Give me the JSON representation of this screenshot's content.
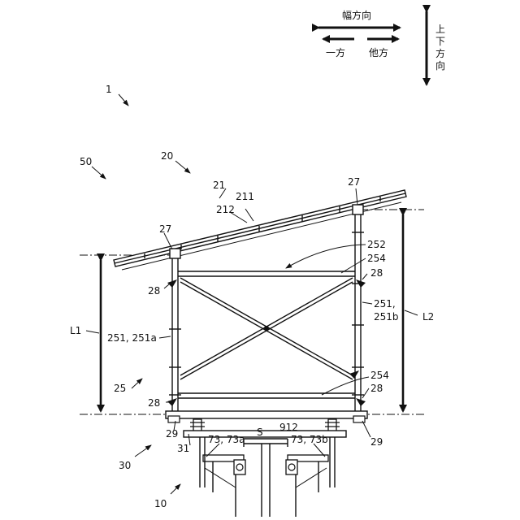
{
  "orientation": {
    "width_direction": "幅方向",
    "one_side": "一方",
    "other_side": "他方",
    "vertical_direction": [
      "上",
      "下",
      "方",
      "向"
    ]
  },
  "labels": {
    "l1": "1",
    "l50": "50",
    "l20": "20",
    "l21": "21",
    "l211": "211",
    "l212": "212",
    "l27_left": "27",
    "l27_right": "27",
    "l252": "252",
    "l254_top": "254",
    "l28_right_top": "28",
    "l28_left_top": "28",
    "l251_right": "251,",
    "l251b": "251b",
    "l251_left": "251, 251a",
    "L1": "L1",
    "L2": "L2",
    "l25": "25",
    "l254_bottom": "254",
    "l28_right_bottom": "28",
    "l28_left_bottom": "28",
    "l29_left": "29",
    "l29_right": "29",
    "l31": "31",
    "l73a": "73, 73a",
    "lS": "S",
    "l912": "912",
    "l73b": "73, 73b",
    "l30": "30",
    "l10": "10"
  }
}
